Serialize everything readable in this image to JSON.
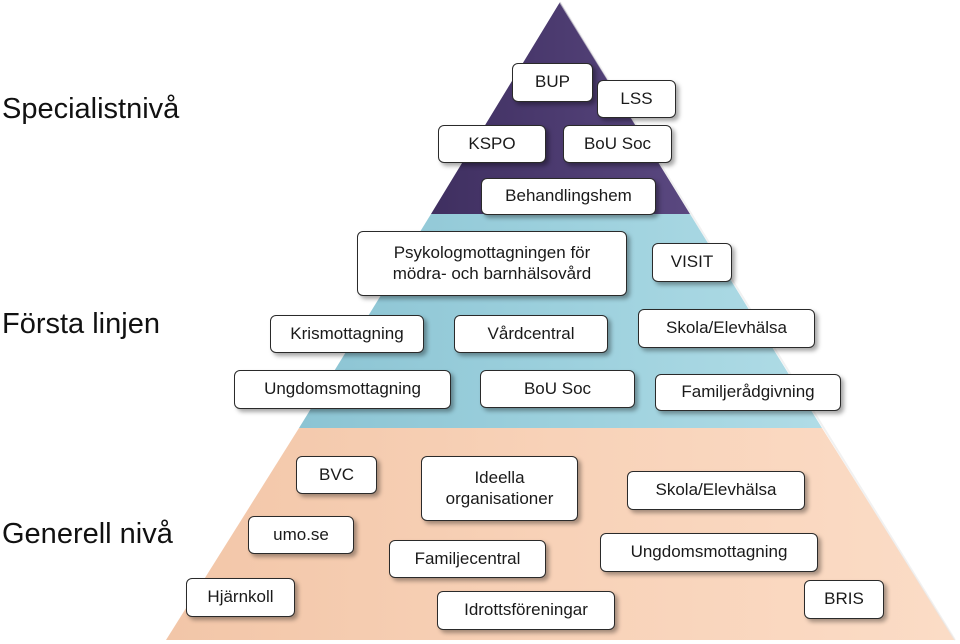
{
  "colors": {
    "top_tier": "#4c3b70",
    "middle_tier": "#9cd0dd",
    "bottom_tier": "#f8d2b8",
    "box_border": "#2a2a2a"
  },
  "levels": {
    "specialist": "Specialistnivå",
    "first_line": "Första linjen",
    "general": "Generell nivå"
  },
  "boxes": {
    "bup": "BUP",
    "lss": "LSS",
    "kspo": "KSPO",
    "bou_soc_top": "BoU Soc",
    "behandlingshem": "Behandlingshem",
    "psykolog_line1": "Psykologmottagningen för",
    "psykolog_line2": "mödra- och barnhälsovård",
    "visit": "VISIT",
    "krismottagning": "Krismottagning",
    "vardcentral": "Vårdcentral",
    "skola_mid": "Skola/Elevhälsa",
    "ungdom_mid": "Ungdomsmottagning",
    "bou_soc_mid": "BoU Soc",
    "familjeradgivning": "Familjerådgivning",
    "bvc": "BVC",
    "ideella_line1": "Ideella",
    "ideella_line2": "organisationer",
    "skola_low": "Skola/Elevhälsa",
    "umo": "umo.se",
    "familjecentral": "Familjecentral",
    "ungdom_low": "Ungdomsmottagning",
    "hjarnkoll": "Hjärnkoll",
    "idrott": "Idrottsföreningar",
    "bris": "BRIS"
  }
}
